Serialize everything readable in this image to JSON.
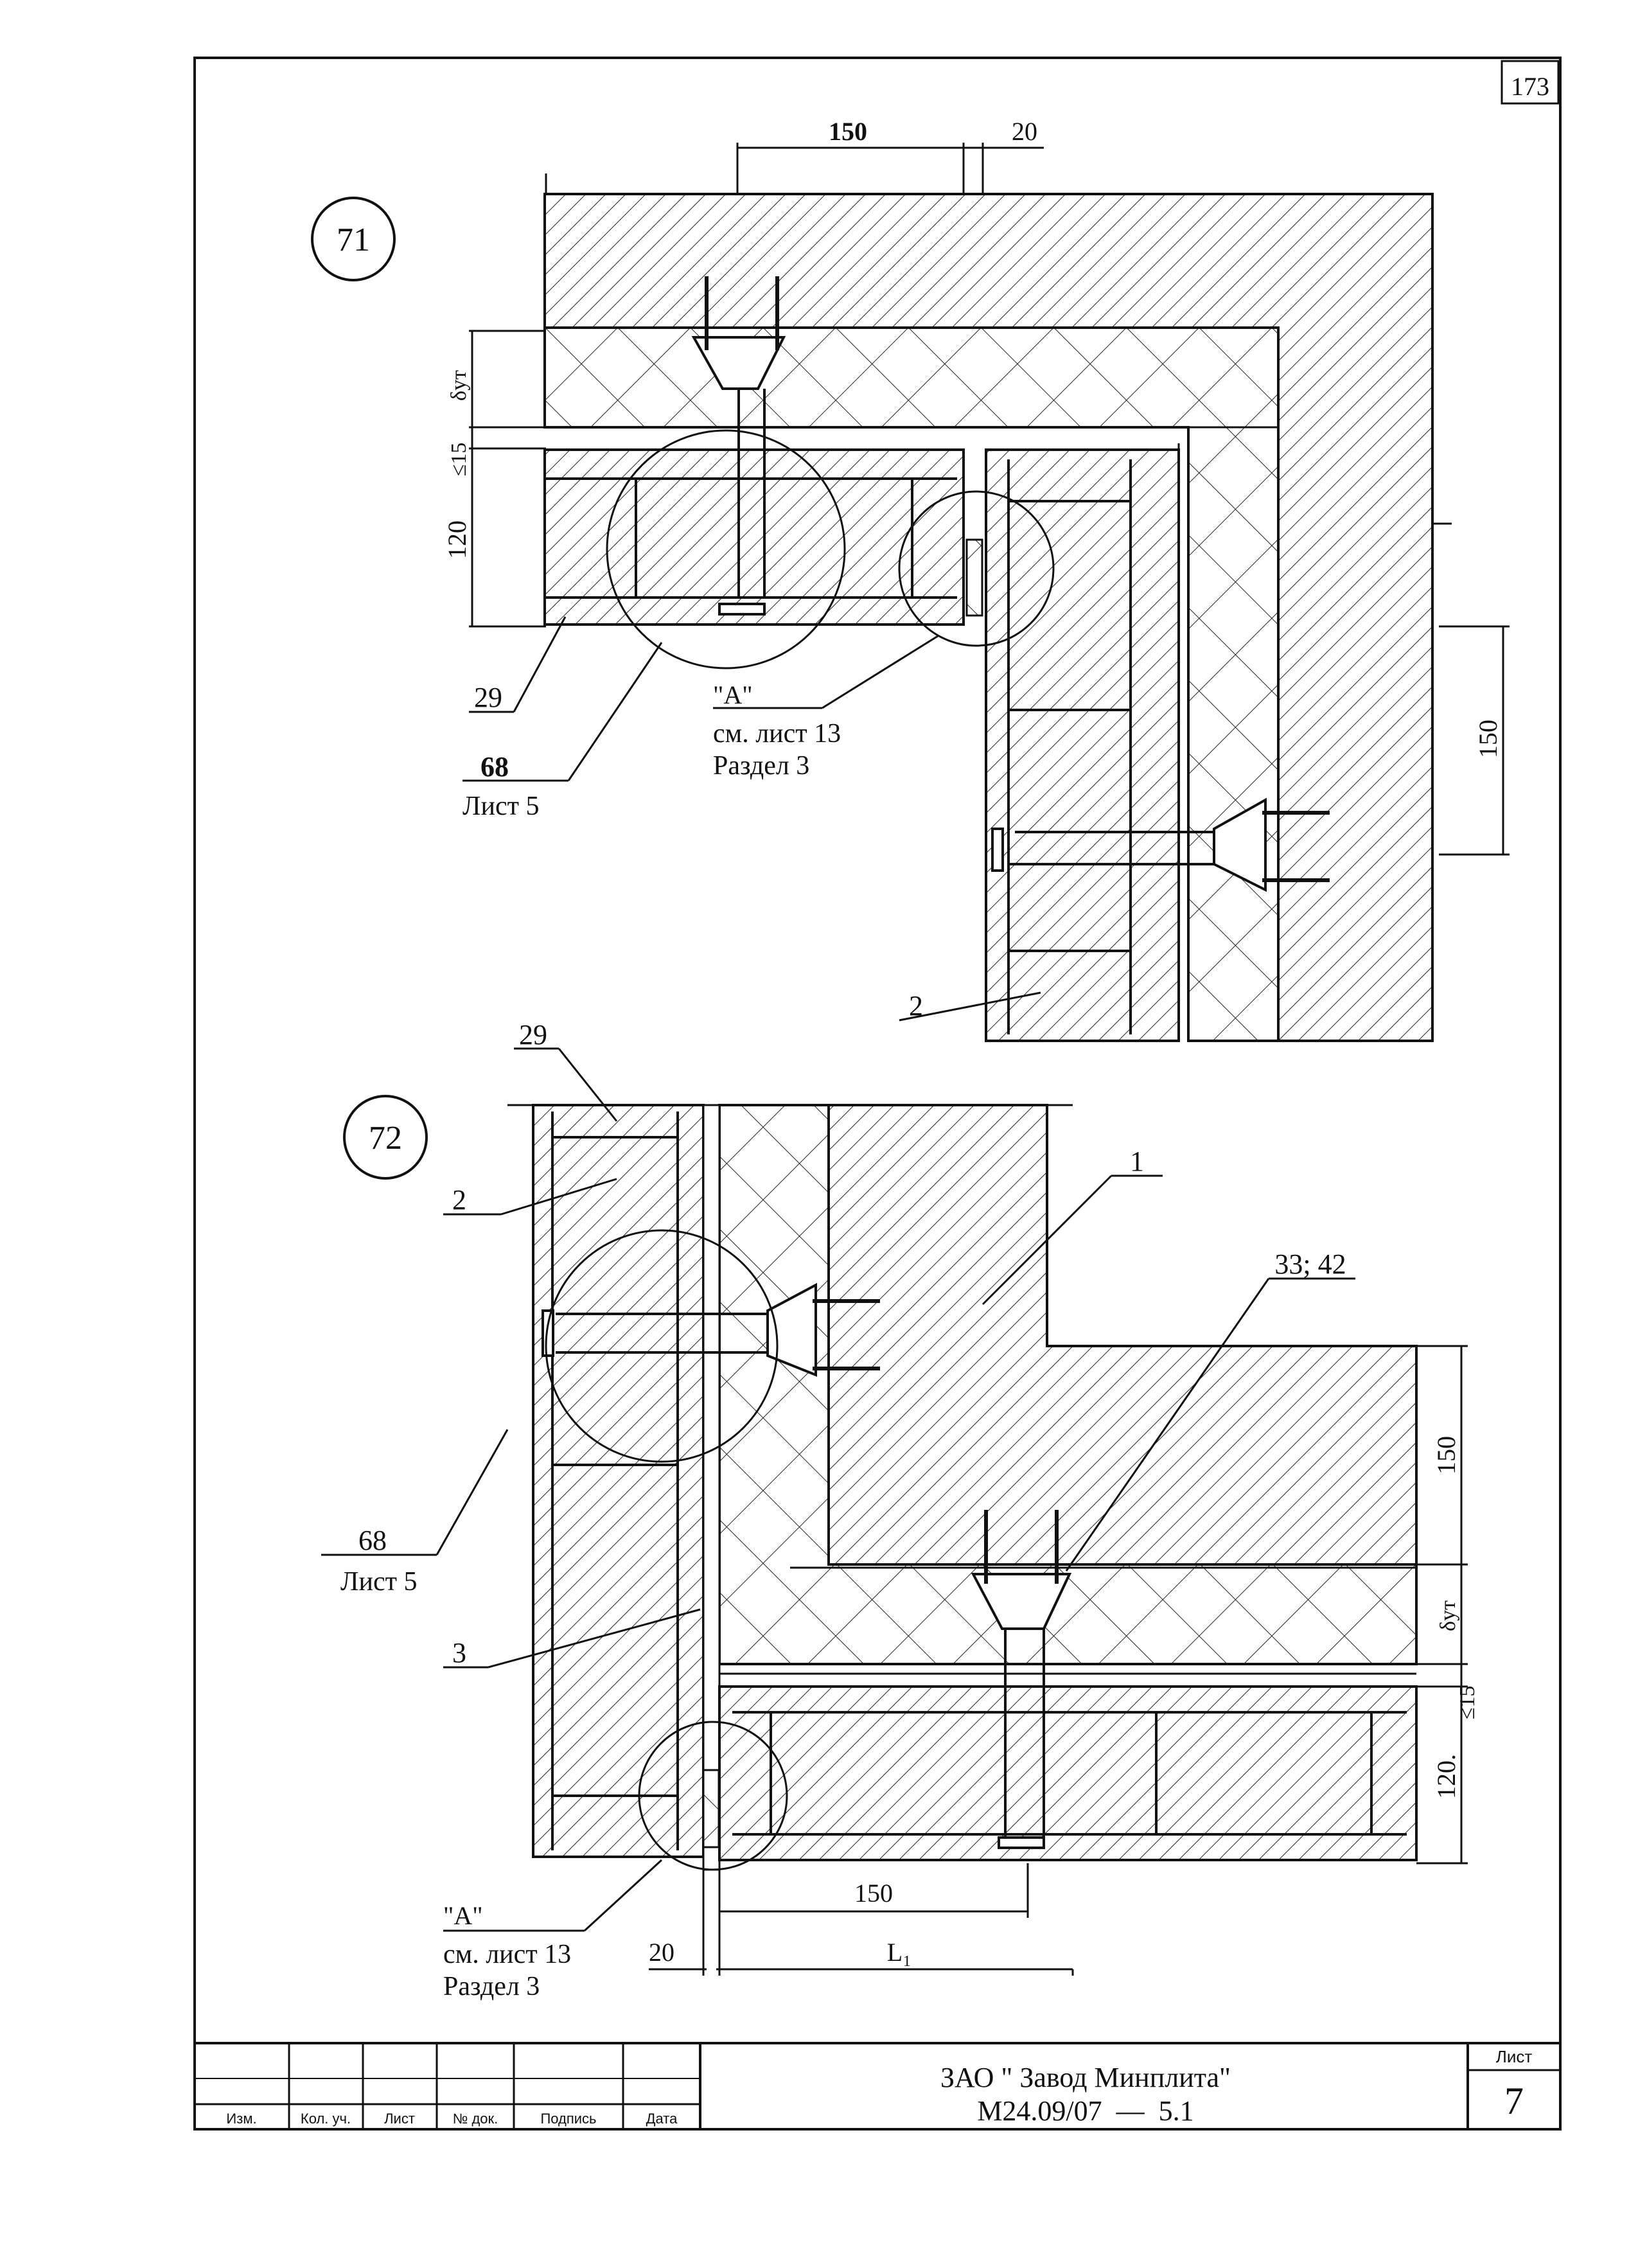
{
  "sheet": {
    "corner_number": "173",
    "company": "ЗАО \" Завод Минплита\"",
    "doc_code": "М24.09/07  —  5.1",
    "sheet_label": "Лист",
    "sheet_number": "7",
    "stamp_headers": [
      "Изм.",
      "Кол. уч.",
      "Лист",
      "№ док.",
      "Подпись",
      "Дата"
    ]
  },
  "detail71": {
    "number": "71",
    "dims": {
      "top_150": "150",
      "top_20": "20",
      "d_ut": "δут",
      "le15": "≤15",
      "h120": "120",
      "right_150": "150"
    },
    "callouts": {
      "c29": "29",
      "c68": "68",
      "c68_sheet": "Лист 5",
      "a_mark": "\"А\"",
      "a_ref": "см. лист 13",
      "a_section": "Раздел 3",
      "c2": "2"
    }
  },
  "detail72": {
    "number": "72",
    "dims": {
      "right_150": "150",
      "d_ut": "δут",
      "le15": "≤15",
      "h120": "120.",
      "bottom_150": "150",
      "bottom_20": "20",
      "L1": "L₁"
    },
    "callouts": {
      "c29": "29",
      "c2": "2",
      "c1": "1",
      "c33_42": "33; 42",
      "c68": "68",
      "c68_sheet": "Лист 5",
      "c3": "3",
      "a_mark": "\"А\"",
      "a_ref": "см. лист 13",
      "a_section": "Раздел 3"
    }
  }
}
